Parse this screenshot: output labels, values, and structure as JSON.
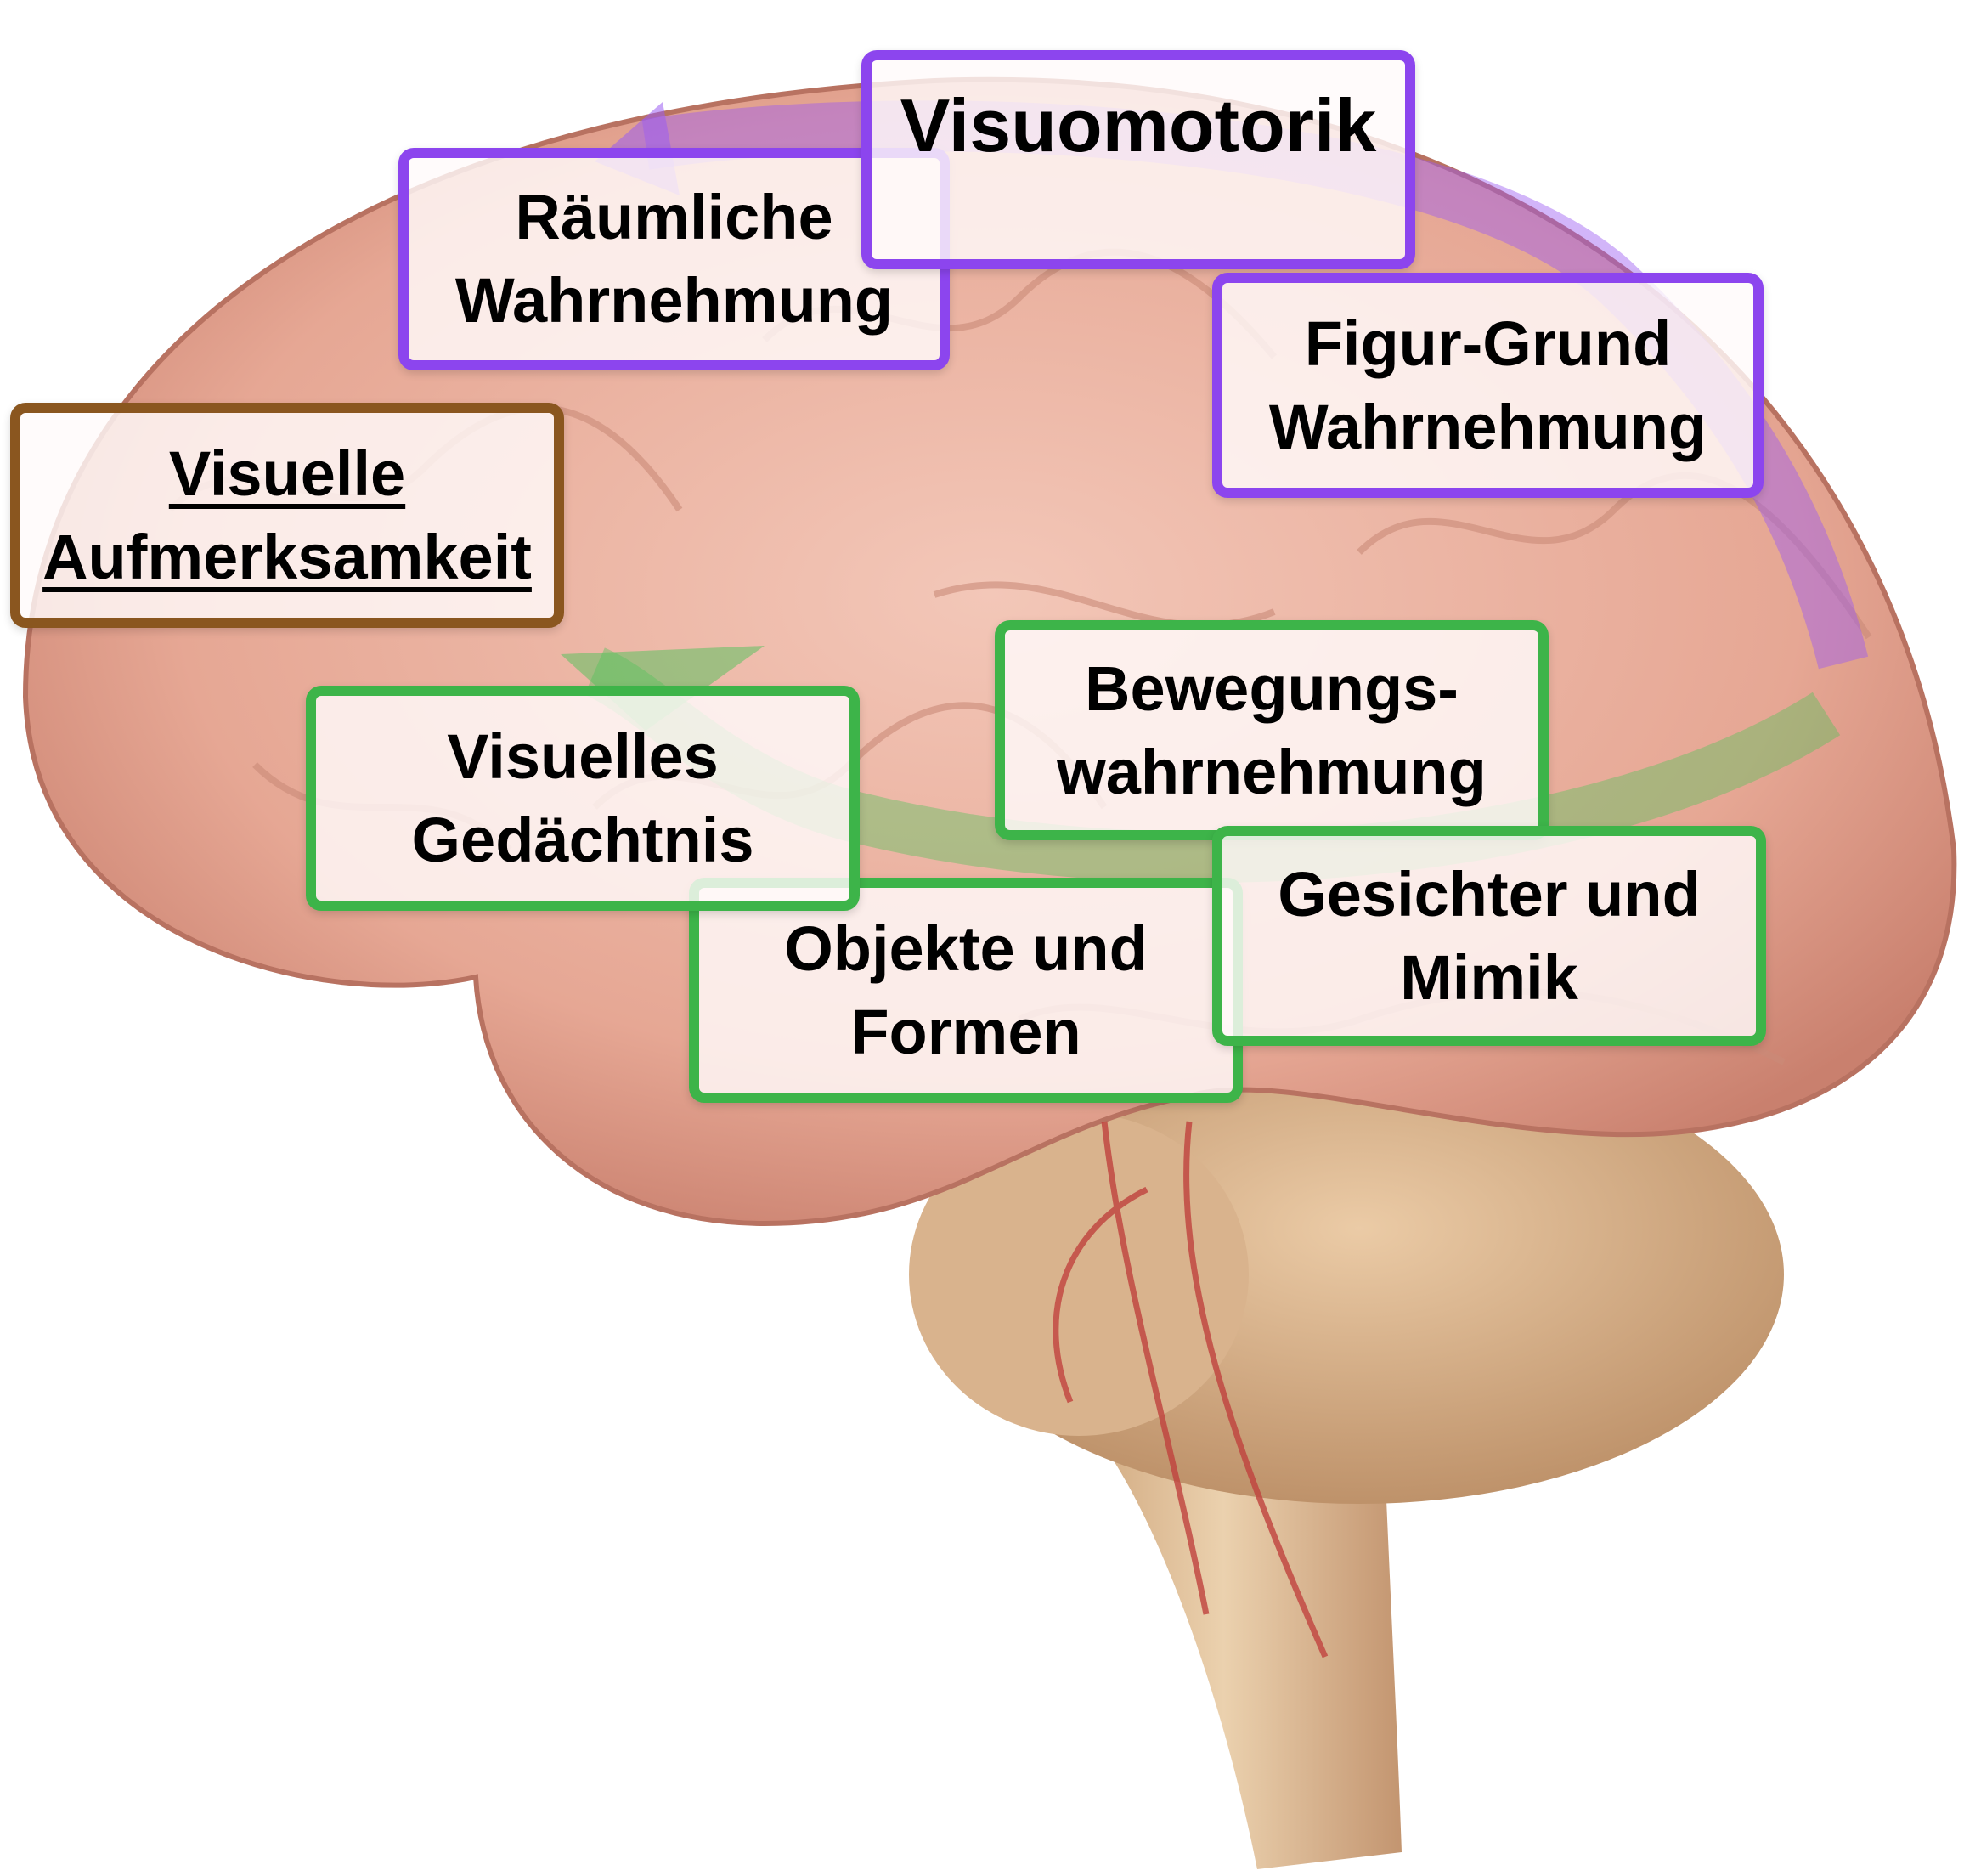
{
  "colors": {
    "dorsal_stream": "#8C45EE",
    "ventral_stream": "#3DB449",
    "attention": "#8A561F",
    "cerebrum": "#E8AE9C",
    "cerebellum": "#D9B48E",
    "brainstem": "#DDBB93"
  },
  "labels": {
    "raeumliche": [
      "Räumliche",
      "Wahrnehmung"
    ],
    "visuomotorik": [
      "Visuomotorik"
    ],
    "figur_grund": [
      "Figur-Grund",
      "Wahrnehmung"
    ],
    "aufmerksamkeit": [
      "Visuelle",
      "Aufmerksamkeit"
    ],
    "gedaechtnis": [
      "Visuelles",
      "Gedächtnis"
    ],
    "bewegung": [
      "Bewegungs-",
      "wahrnehmung"
    ],
    "objekte": [
      "Objekte und",
      "Formen"
    ],
    "gesichter": [
      "Gesichter und",
      "Mimik"
    ]
  }
}
